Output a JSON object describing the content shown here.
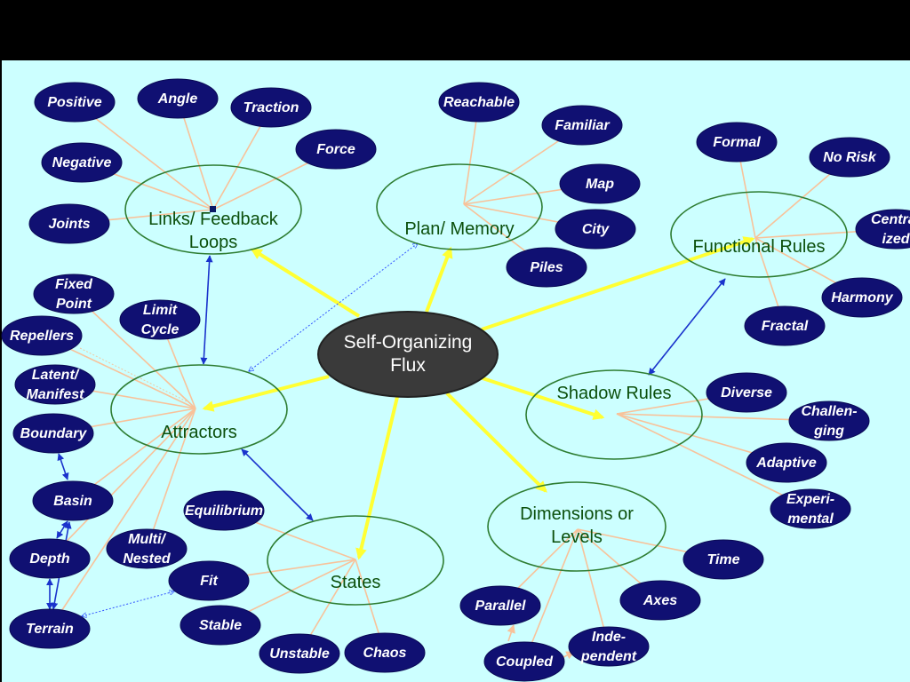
{
  "diagram": {
    "center": {
      "id": "center",
      "lines": [
        "Self-Organizing",
        "Flux"
      ]
    },
    "hubs": [
      {
        "id": "links",
        "lines": [
          "Links/ Feedback",
          "Loops"
        ]
      },
      {
        "id": "plan",
        "lines": [
          "Plan/ Memory"
        ]
      },
      {
        "id": "functional",
        "lines": [
          "Functional Rules"
        ]
      },
      {
        "id": "shadow",
        "lines": [
          "Shadow Rules"
        ]
      },
      {
        "id": "dimensions",
        "lines": [
          "Dimensions or",
          "Levels"
        ]
      },
      {
        "id": "states",
        "lines": [
          "States"
        ]
      },
      {
        "id": "attractors",
        "lines": [
          "Attractors"
        ]
      }
    ],
    "leaves": [
      {
        "id": "positive",
        "hub": "links",
        "lines": [
          "Positive"
        ]
      },
      {
        "id": "angle",
        "hub": "links",
        "lines": [
          "Angle"
        ]
      },
      {
        "id": "traction",
        "hub": "links",
        "lines": [
          "Traction"
        ]
      },
      {
        "id": "force",
        "hub": "links",
        "lines": [
          "Force"
        ]
      },
      {
        "id": "negative",
        "hub": "links",
        "lines": [
          "Negative"
        ]
      },
      {
        "id": "joints",
        "hub": "links",
        "lines": [
          "Joints"
        ]
      },
      {
        "id": "reachable",
        "hub": "plan",
        "lines": [
          "Reachable"
        ]
      },
      {
        "id": "familiar",
        "hub": "plan",
        "lines": [
          "Familiar"
        ]
      },
      {
        "id": "map",
        "hub": "plan",
        "lines": [
          "Map"
        ]
      },
      {
        "id": "city",
        "hub": "plan",
        "lines": [
          "City"
        ]
      },
      {
        "id": "piles",
        "hub": "plan",
        "lines": [
          "Piles"
        ]
      },
      {
        "id": "formal",
        "hub": "functional",
        "lines": [
          "Formal"
        ]
      },
      {
        "id": "norisk",
        "hub": "functional",
        "lines": [
          "No Risk"
        ]
      },
      {
        "id": "centralized",
        "hub": "functional",
        "lines": [
          "Centra-",
          "ized"
        ]
      },
      {
        "id": "harmony",
        "hub": "functional",
        "lines": [
          "Harmony"
        ]
      },
      {
        "id": "fractal",
        "hub": "functional",
        "lines": [
          "Fractal"
        ]
      },
      {
        "id": "diverse",
        "hub": "shadow",
        "lines": [
          "Diverse"
        ]
      },
      {
        "id": "challenging",
        "hub": "shadow",
        "lines": [
          "Challen-",
          "ging"
        ]
      },
      {
        "id": "adaptive",
        "hub": "shadow",
        "lines": [
          "Adaptive"
        ]
      },
      {
        "id": "experimental",
        "hub": "shadow",
        "lines": [
          "Experi-",
          "mental"
        ]
      },
      {
        "id": "time",
        "hub": "dimensions",
        "lines": [
          "Time"
        ]
      },
      {
        "id": "axes",
        "hub": "dimensions",
        "lines": [
          "Axes"
        ]
      },
      {
        "id": "independent",
        "hub": "dimensions",
        "lines": [
          "Inde-",
          "pendent"
        ]
      },
      {
        "id": "coupled",
        "hub": "dimensions",
        "lines": [
          "Coupled"
        ]
      },
      {
        "id": "parallel",
        "hub": "dimensions",
        "lines": [
          "Parallel"
        ]
      },
      {
        "id": "equilibrium",
        "hub": "states",
        "lines": [
          "Equilibrium"
        ]
      },
      {
        "id": "fit",
        "hub": "states",
        "lines": [
          "Fit"
        ]
      },
      {
        "id": "stable",
        "hub": "states",
        "lines": [
          "Stable"
        ]
      },
      {
        "id": "unstable",
        "hub": "states",
        "lines": [
          "Unstable"
        ]
      },
      {
        "id": "chaos",
        "hub": "states",
        "lines": [
          "Chaos"
        ]
      },
      {
        "id": "fixedpoint",
        "hub": "attractors",
        "lines": [
          "Fixed",
          "Point"
        ]
      },
      {
        "id": "limitcycle",
        "hub": "attractors",
        "lines": [
          "Limit",
          "Cycle"
        ]
      },
      {
        "id": "repellers",
        "hub": "attractors",
        "lines": [
          "Repellers"
        ]
      },
      {
        "id": "latent",
        "hub": "attractors",
        "lines": [
          "Latent/",
          "Manifest"
        ]
      },
      {
        "id": "boundary",
        "hub": "attractors",
        "lines": [
          "Boundary"
        ]
      },
      {
        "id": "basin",
        "hub": "attractors",
        "lines": [
          "Basin"
        ]
      },
      {
        "id": "multinested",
        "hub": "attractors",
        "lines": [
          "Multi/",
          "Nested"
        ]
      },
      {
        "id": "depth",
        "hub": "attractors",
        "lines": [
          "Depth"
        ]
      },
      {
        "id": "terrain",
        "hub": "attractors",
        "lines": [
          "Terrain"
        ]
      }
    ],
    "colors": {
      "background": "#ccffff",
      "center_fill": "#3a3a3a",
      "leaf_fill": "#101072",
      "hub_stroke": "#2e7d32",
      "hub_text": "#0b4f0b",
      "main_arrow": "#ffff33",
      "spoke": "#f8c29a",
      "link_arrow": "#1a33cc"
    }
  }
}
